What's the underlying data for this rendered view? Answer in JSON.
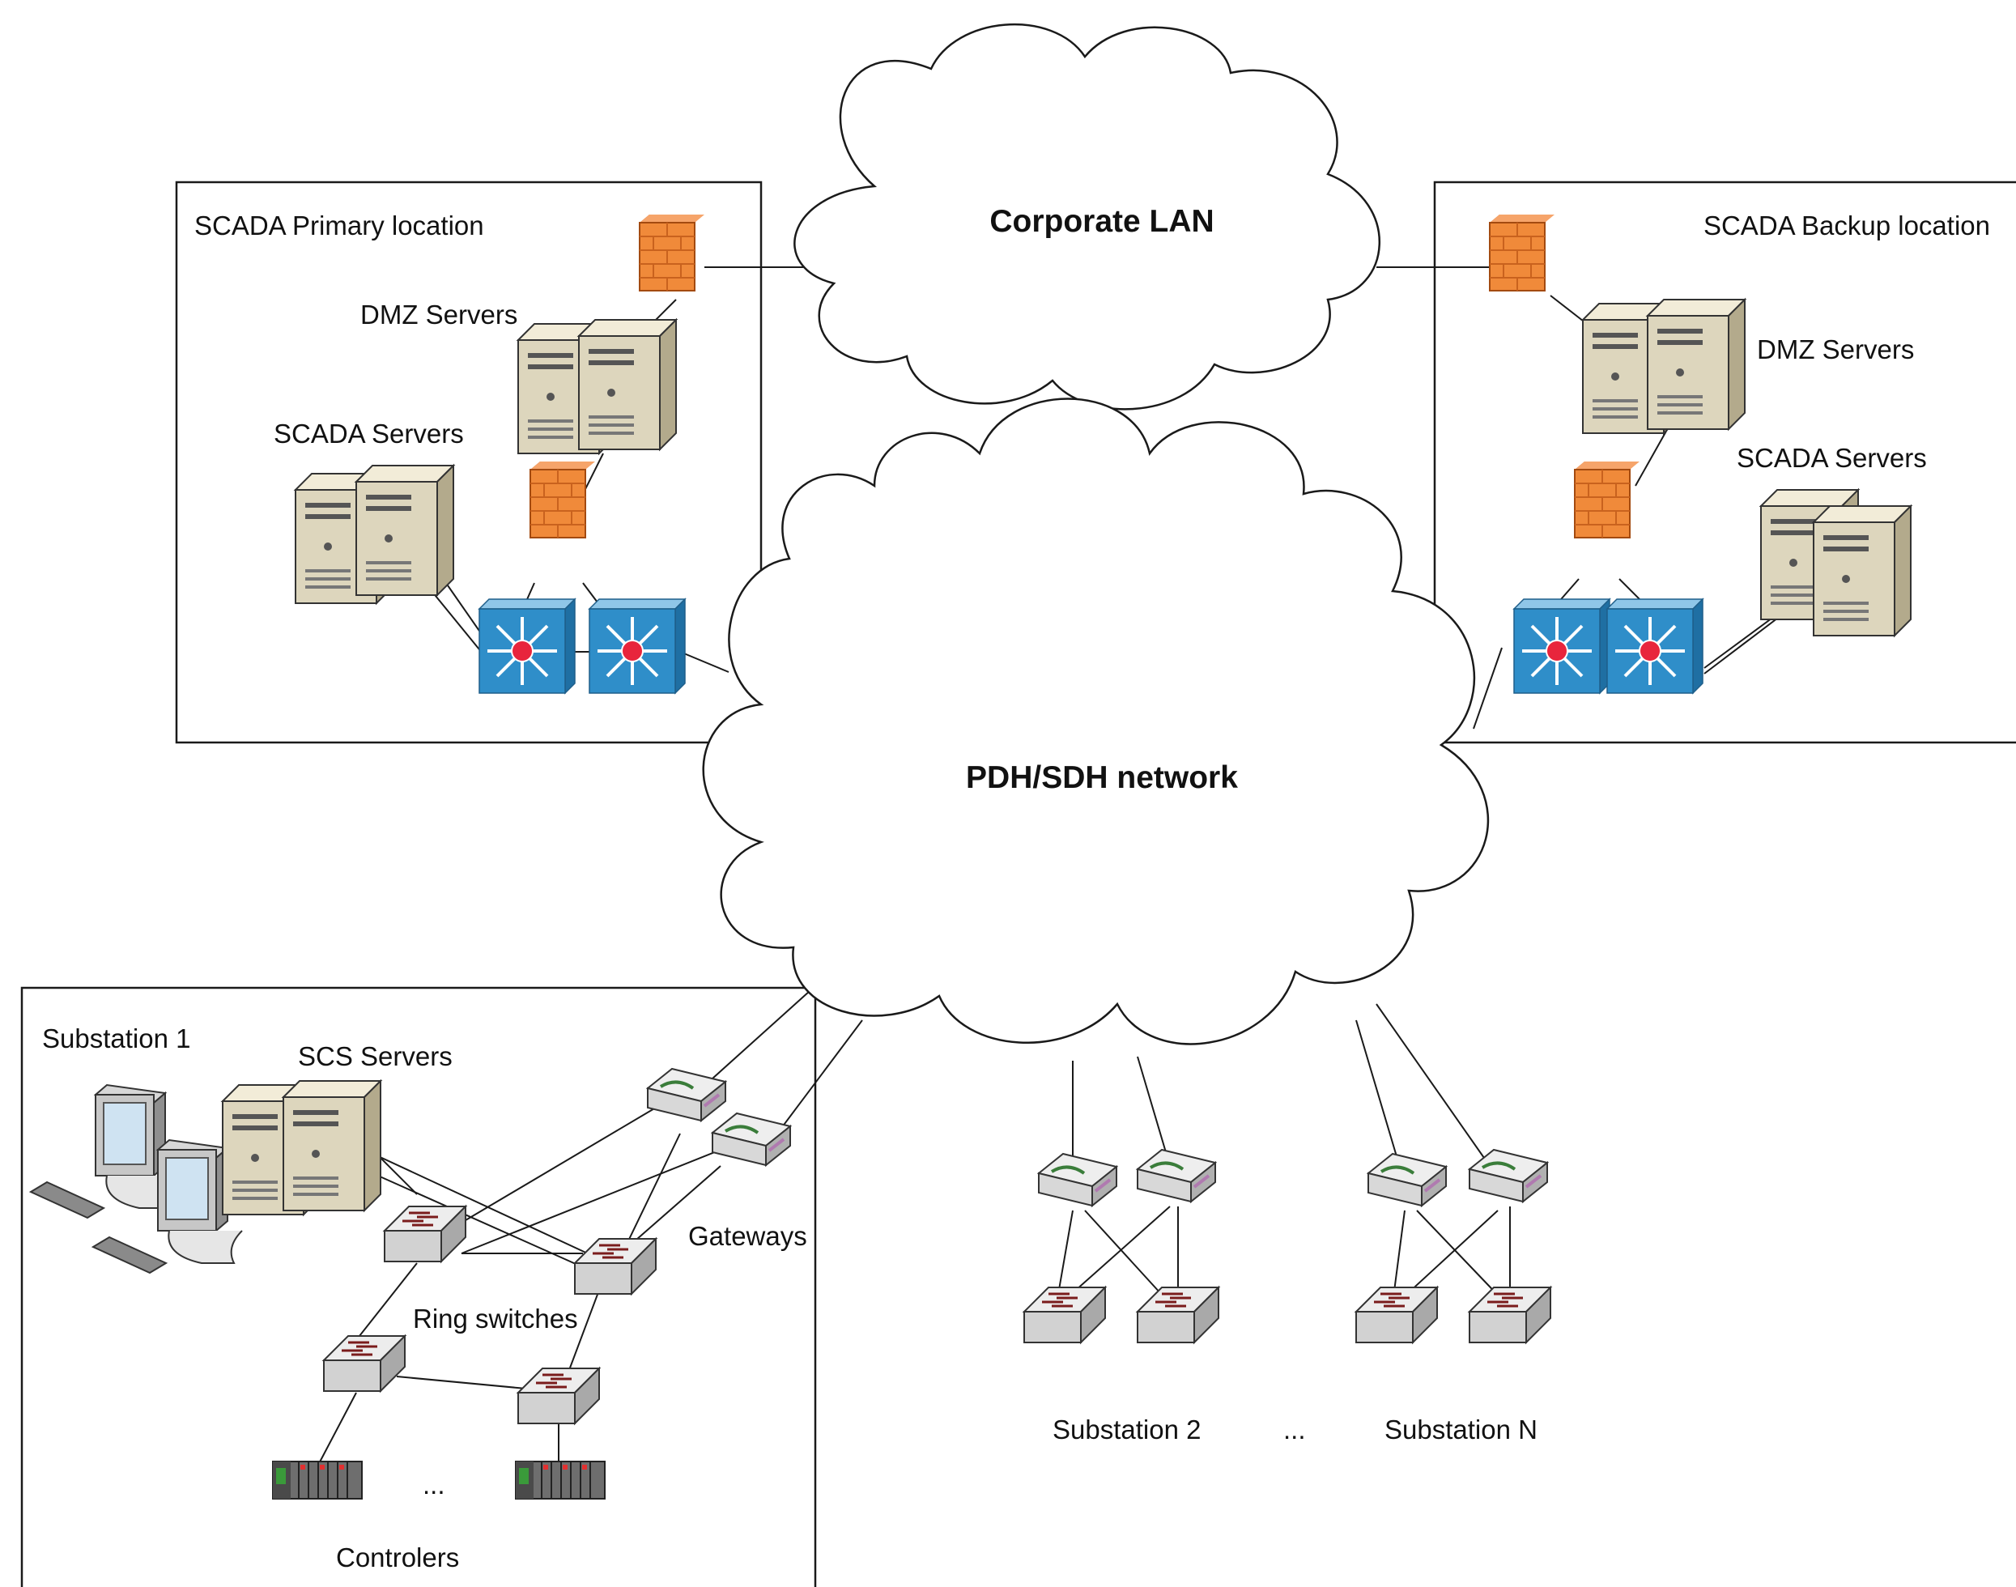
{
  "clouds": {
    "corporate_lan": "Corporate LAN",
    "pdh_sdh": "PDH/SDH network"
  },
  "primary": {
    "title": "SCADA Primary location",
    "dmz": "DMZ Servers",
    "scada": "SCADA Servers"
  },
  "backup": {
    "title": "SCADA Backup location",
    "dmz": "DMZ Servers",
    "scada": "SCADA Servers"
  },
  "substation1": {
    "title": "Substation 1",
    "scs": "SCS Servers",
    "gateways": "Gateways",
    "ring": "Ring switches",
    "controllers": "Controlers",
    "ellipsis": "..."
  },
  "remote": {
    "substation2": "Substation 2",
    "ellipsis": "...",
    "substationN": "Substation N"
  },
  "icons": [
    "firewall-icon",
    "server-icon",
    "multilayer-switch-icon",
    "workgroup-switch-icon",
    "router-icon",
    "workstation-icon",
    "controller-icon"
  ],
  "colors": {
    "firewall": "#f08a3a",
    "switch_blue": "#2f8ec9",
    "server": "#ddd6bd",
    "cloud_stroke": "#1a1a1a"
  }
}
